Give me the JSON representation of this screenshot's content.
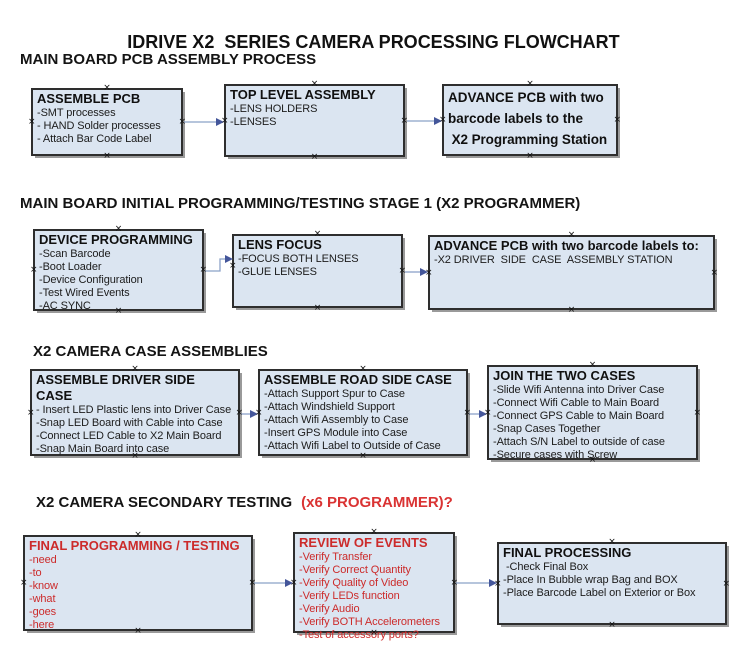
{
  "page_title": "IDRIVE X2  SERIES CAMERA PROCESSING FLOWCHART",
  "glyphs": {
    "connection_handle": "×"
  },
  "colors": {
    "box_fill": "#dbe5f1",
    "box_border": "#2e2e2e",
    "box_shadow": "#9a9a9a",
    "arrow_line": "#8ba2c8",
    "arrow_head": "#44569a",
    "red_text": "#cc2b2b",
    "heading_red": "#da3333",
    "text": "#1a1a1a"
  },
  "sections": [
    {
      "heading": "MAIN BOARD PCB ASSEMBLY PROCESS",
      "boxes": [
        {
          "title": "ASSEMBLE PCB",
          "items": [
            "-SMT processes",
            "- HAND Solder processes",
            "- Attach Bar Code Label"
          ]
        },
        {
          "title": "TOP LEVEL ASSEMBLY",
          "items": [
            "-LENS HOLDERS",
            "-LENSES"
          ]
        },
        {
          "title": "ADVANCE PCB with two barcode labels to the",
          "items": [
            " X2 Programming Station"
          ]
        }
      ]
    },
    {
      "heading": "MAIN BOARD INITIAL PROGRAMMING/TESTING STAGE 1 (X2 PROGRAMMER)",
      "boxes": [
        {
          "title": "DEVICE PROGRAMMING",
          "items": [
            "-Scan Barcode",
            "-Boot Loader",
            "-Device Configuration",
            "-Test Wired Events",
            "-AC SYNC"
          ]
        },
        {
          "title": "LENS FOCUS",
          "items": [
            "-FOCUS BOTH LENSES",
            "-GLUE LENSES"
          ]
        },
        {
          "title": "ADVANCE PCB with two barcode labels to:",
          "items": [
            "-X2 DRIVER  SIDE  CASE  ASSEMBLY STATION"
          ]
        }
      ]
    },
    {
      "heading": "X2 CAMERA CASE ASSEMBLIES",
      "boxes": [
        {
          "title": "ASSEMBLE DRIVER SIDE CASE",
          "items": [
            "- Insert LED Plastic lens into Driver Case",
            "-Snap LED Board with Cable into Case",
            "-Connect LED Cable to X2 Main Board",
            "-Snap Main Board into case"
          ]
        },
        {
          "title": "ASSEMBLE ROAD SIDE CASE",
          "items": [
            "-Attach Support Spur to Case",
            "-Attach Windshield Support",
            "-Attach Wifi Assembly to Case",
            "-Insert GPS Module into Case",
            "-Attach Wifi Label to Outside of Case"
          ]
        },
        {
          "title": "JOIN THE TWO CASES",
          "items": [
            "-Slide Wifi Antenna into Driver Case",
            "-Connect Wifi Cable to Main Board",
            "-Connect GPS Cable to Main Board",
            "-Snap Cases Together",
            "-Attach S/N Label to outside of case",
            "-Secure cases with Screw"
          ]
        }
      ]
    },
    {
      "heading": "X2 CAMERA SECONDARY TESTING",
      "heading_suffix": "(x6 PROGRAMMER)?",
      "boxes": [
        {
          "title": "FINAL PROGRAMMING / TESTING",
          "items": [
            "-need",
            "-to",
            "-know",
            "-what",
            "-goes",
            "-here"
          ]
        },
        {
          "title": "REVIEW OF EVENTS",
          "items": [
            "-Verify Transfer",
            "-Verify Correct Quantity",
            "-Verify Quality of Video",
            "-Verify LEDs function",
            "-Verify Audio",
            "-Verify BOTH Accelerometers",
            "-Test of accessory ports?"
          ]
        },
        {
          "title": "FINAL PROCESSING",
          "items": [
            " -Check Final Box",
            "-Place In Bubble wrap Bag and BOX",
            "-Place Barcode Label on Exterior or Box"
          ]
        }
      ]
    }
  ]
}
